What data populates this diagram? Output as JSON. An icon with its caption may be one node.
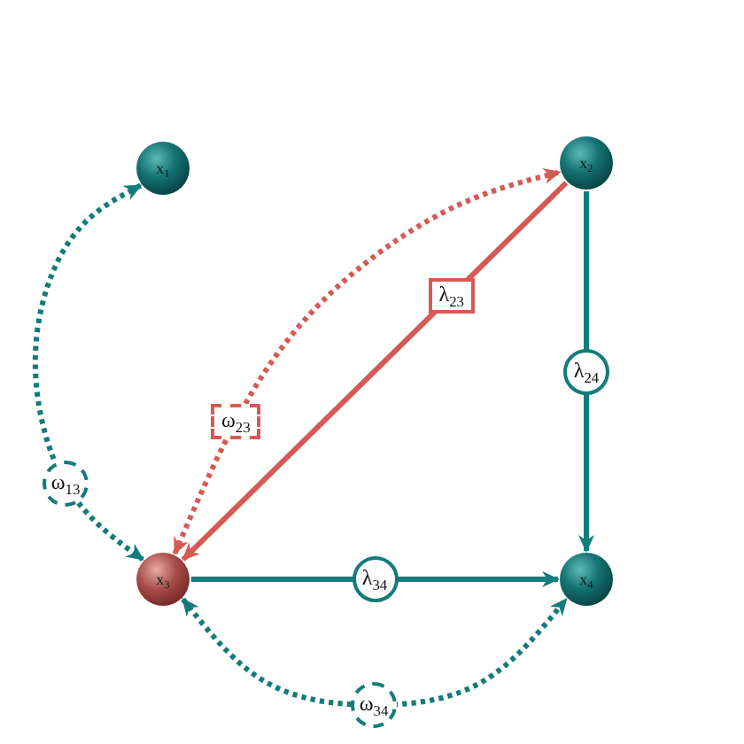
{
  "diagram": {
    "nodes": [
      {
        "text": [
          "x$_{1}$"
        ]
      },
      {
        "text": [
          "x$_{2}$"
        ]
      },
      {
        "text": [
          "x$_{3}$"
        ]
      },
      {
        "text": [
          "x$_{4}$"
        ]
      }
    ],
    "edges": [
      {
        "from": 0,
        "to": 2,
        "arrow": "both",
        "style": "dashed",
        "label": "ω$_{13}$"
      },
      {
        "from": 2,
        "to": 1,
        "arrow": "both",
        "style": "dashed",
        "color": "#d55a55",
        "label": "ω$_{23}$"
      },
      {
        "from": 1,
        "to": 2,
        "arrow": "to",
        "color": "#d55a55",
        "label": "λ$_{23}$"
      },
      {
        "from": 1,
        "to": 3,
        "arrow": "to",
        "label": "λ$_{24}$"
      },
      {
        "from": 2,
        "to": 3,
        "arrow": "to",
        "label": "λ$_{34}$"
      },
      {
        "from": 2,
        "to": 3,
        "arrow": "both",
        "style": "dashed",
        "label": "ω$_{34}$"
      }
    ]
  }
}
